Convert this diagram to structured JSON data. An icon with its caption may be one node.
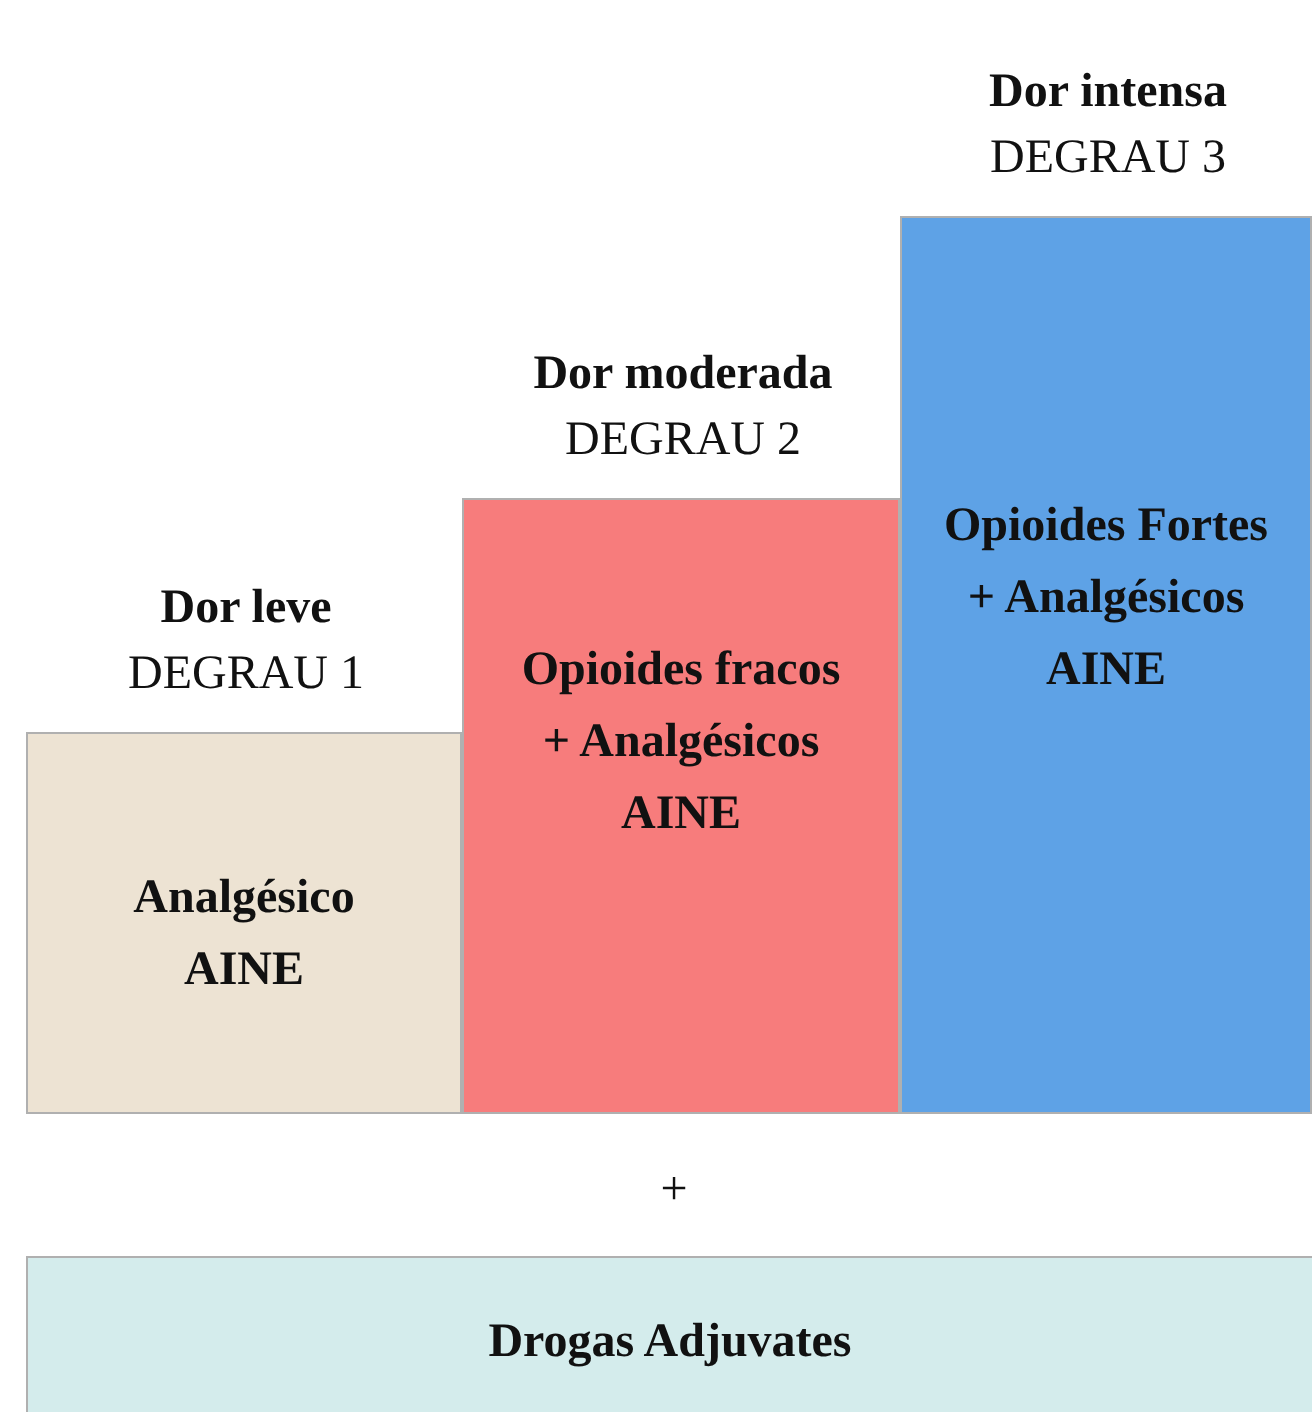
{
  "diagram": {
    "nodes": [
      {
        "text": [
          "Dor leve",
          "DEGRAU 1",
          "Analgésico AINE"
        ]
      },
      {
        "text": [
          "Dor moderada",
          "DEGRAU 2",
          "Opioides fracos + Analgésicos AINE"
        ]
      },
      {
        "text": [
          "Dor intensa",
          "DEGRAU 3",
          "Opioides Fortes + Analgésicos AINE"
        ]
      },
      {
        "text": [
          "Drogas Adjuvates"
        ]
      }
    ],
    "labels": [
      "+"
    ]
  }
}
